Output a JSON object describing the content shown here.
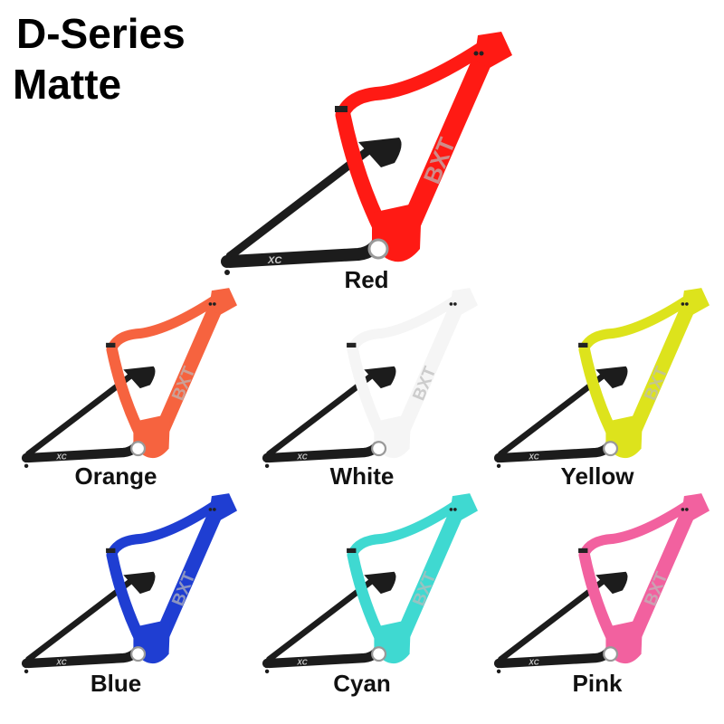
{
  "title": {
    "line1": "D-Series",
    "line2": "Matte"
  },
  "variants": [
    {
      "name": "Red",
      "color": "#ff1a14"
    },
    {
      "name": "Orange",
      "color": "#f6633f"
    },
    {
      "name": "White",
      "color": "#f5f5f5"
    },
    {
      "name": "Yellow",
      "color": "#dde31c"
    },
    {
      "name": "Blue",
      "color": "#1f3ed2"
    },
    {
      "name": "Cyan",
      "color": "#3fd9d1"
    },
    {
      "name": "Pink",
      "color": "#f2619f"
    }
  ],
  "frame_text": {
    "down_tube_logo": "BXT",
    "chainstay_logo": "XC"
  }
}
